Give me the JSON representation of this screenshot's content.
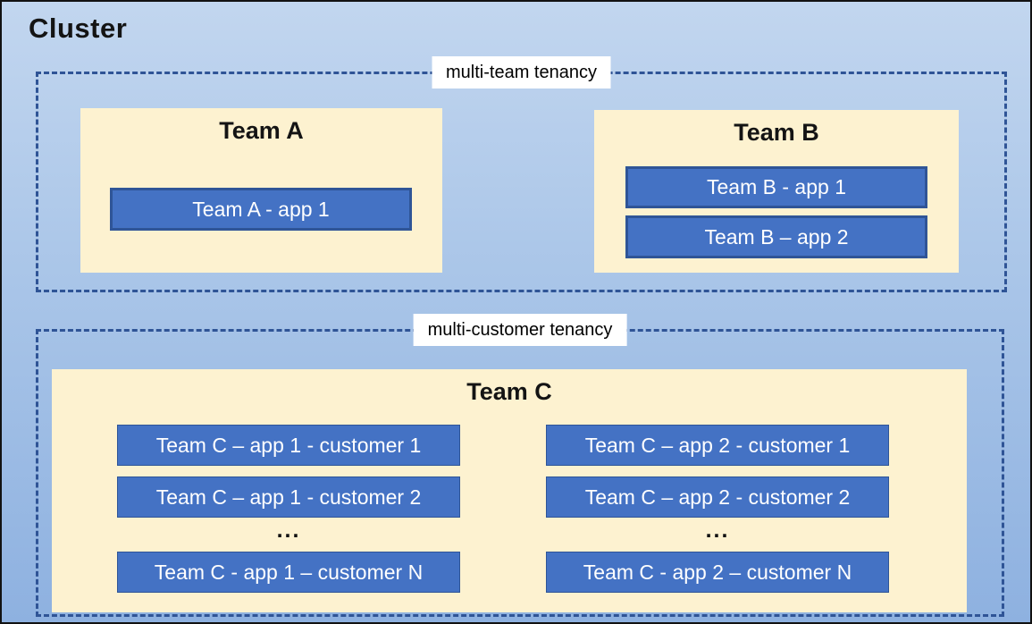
{
  "page": {
    "title": "Cluster"
  },
  "colors": {
    "cluster_bg_top": "#c2d6ef",
    "cluster_bg_bottom": "#8eb1e0",
    "dashed_border": "#2f5496",
    "team_panel_bg": "#fdf2d0",
    "app_box_fill": "#4472c4",
    "app_box_border": "#2f5597",
    "label_bg": "#ffffff",
    "title_text": "#141414",
    "app_text": "#ffffff"
  },
  "groups": [
    {
      "label": "multi-team tenancy",
      "teams": [
        {
          "name": "Team A",
          "apps": [
            "Team A - app 1"
          ]
        },
        {
          "name": "Team B",
          "apps": [
            "Team B - app 1",
            "Team B – app 2"
          ]
        }
      ]
    },
    {
      "label": "multi-customer tenancy",
      "teams": [
        {
          "name": "Team C",
          "columns": [
            {
              "apps": [
                "Team C – app 1 - customer 1",
                "Team C – app 1 - customer 2",
                "Team C - app 1 – customer N"
              ],
              "ellipsis": "..."
            },
            {
              "apps": [
                "Team C – app 2 - customer 1",
                "Team C – app 2 - customer 2",
                "Team C - app 2 – customer N"
              ],
              "ellipsis": "..."
            }
          ]
        }
      ]
    }
  ]
}
